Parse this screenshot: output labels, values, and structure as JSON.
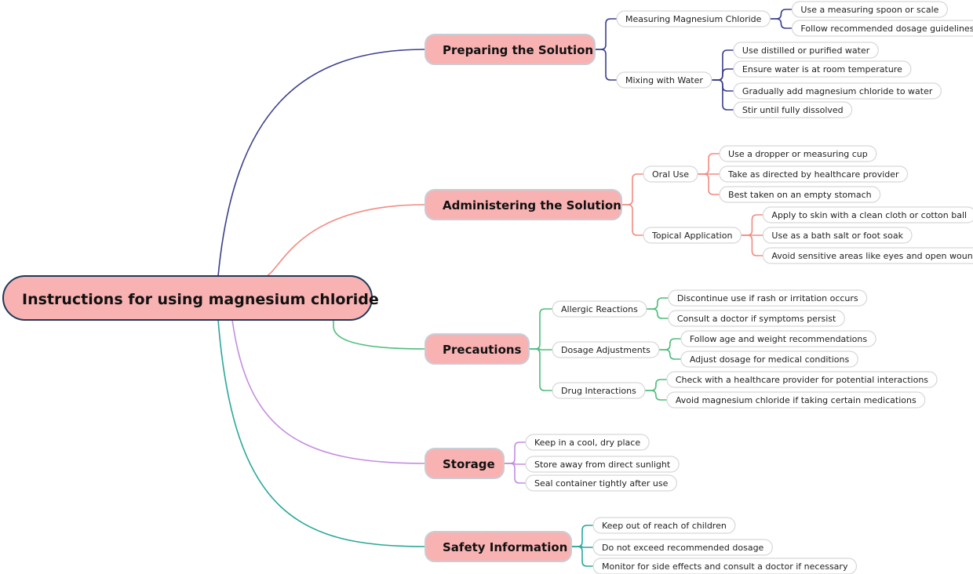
{
  "root": {
    "label": "Instructions for using magnesium chloride"
  },
  "branches": [
    {
      "label": "Preparing the Solution",
      "color": "#3b3f8c",
      "groups": [
        {
          "label": "Measuring Magnesium Chloride",
          "items": [
            "Use a measuring spoon or scale",
            "Follow recommended dosage guidelines"
          ]
        },
        {
          "label": "Mixing with Water",
          "items": [
            "Use distilled or purified water",
            "Ensure water is at room temperature",
            "Gradually add magnesium chloride to water",
            "Stir until fully dissolved"
          ]
        }
      ]
    },
    {
      "label": "Administering the Solution",
      "color": "#f28b82",
      "groups": [
        {
          "label": "Oral Use",
          "items": [
            "Use a dropper or measuring cup",
            "Take as directed by healthcare provider",
            "Best taken on an empty stomach"
          ]
        },
        {
          "label": "Topical Application",
          "items": [
            "Apply to skin with a clean cloth or cotton ball",
            "Use as a bath salt or foot soak",
            "Avoid sensitive areas like eyes and open wounds"
          ]
        }
      ]
    },
    {
      "label": "Precautions",
      "color": "#4dbd7a",
      "groups": [
        {
          "label": "Allergic Reactions",
          "items": [
            "Discontinue use if rash or irritation occurs",
            "Consult a doctor if symptoms persist"
          ]
        },
        {
          "label": "Dosage Adjustments",
          "items": [
            "Follow age and weight recommendations",
            "Adjust dosage for medical conditions"
          ]
        },
        {
          "label": "Drug Interactions",
          "items": [
            "Check with a healthcare provider for potential interactions",
            "Avoid magnesium chloride if taking certain medications"
          ]
        }
      ]
    },
    {
      "label": "Storage",
      "color": "#c48ee0",
      "items": [
        "Keep in a cool, dry place",
        "Store away from direct sunlight",
        "Seal container tightly after use"
      ]
    },
    {
      "label": "Safety Information",
      "color": "#2aa89a",
      "items": [
        "Keep out of reach of children",
        "Do not exceed recommended dosage",
        "Monitor for side effects and consult a doctor if necessary"
      ]
    }
  ]
}
